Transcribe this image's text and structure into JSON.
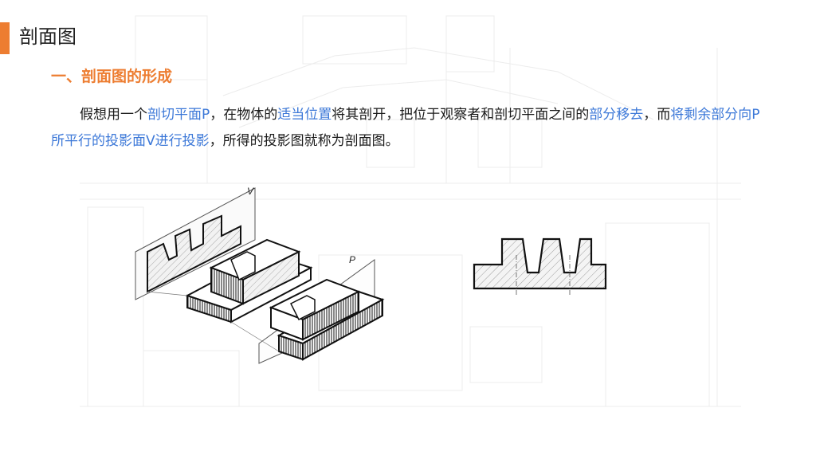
{
  "slide": {
    "title": "剖面图",
    "accent_color": "#ED7D31",
    "highlight_color": "#3C78D8"
  },
  "section": {
    "heading": "一、剖面图的形成"
  },
  "paragraph": {
    "segments": [
      {
        "id": "s1",
        "text": "假想用一个",
        "highlight": false
      },
      {
        "id": "s2",
        "text": "剖切平面P",
        "highlight": true
      },
      {
        "id": "s3",
        "text": "，在物体的",
        "highlight": false
      },
      {
        "id": "s4",
        "text": "适当位置",
        "highlight": true
      },
      {
        "id": "s5",
        "text": "将其剖开，把位于观察者和剖切平面之间的",
        "highlight": false
      },
      {
        "id": "s6",
        "text": "部分移去",
        "highlight": true
      },
      {
        "id": "s7",
        "text": "，而",
        "highlight": false
      },
      {
        "id": "s8",
        "text": "将剩余部分向P所平行的投影面V进行投影",
        "highlight": true
      },
      {
        "id": "s9",
        "text": "，所得的投影图就称为剖面图。",
        "highlight": false
      }
    ]
  },
  "figures": {
    "plane_v_label": "V",
    "plane_p_label": "P"
  }
}
